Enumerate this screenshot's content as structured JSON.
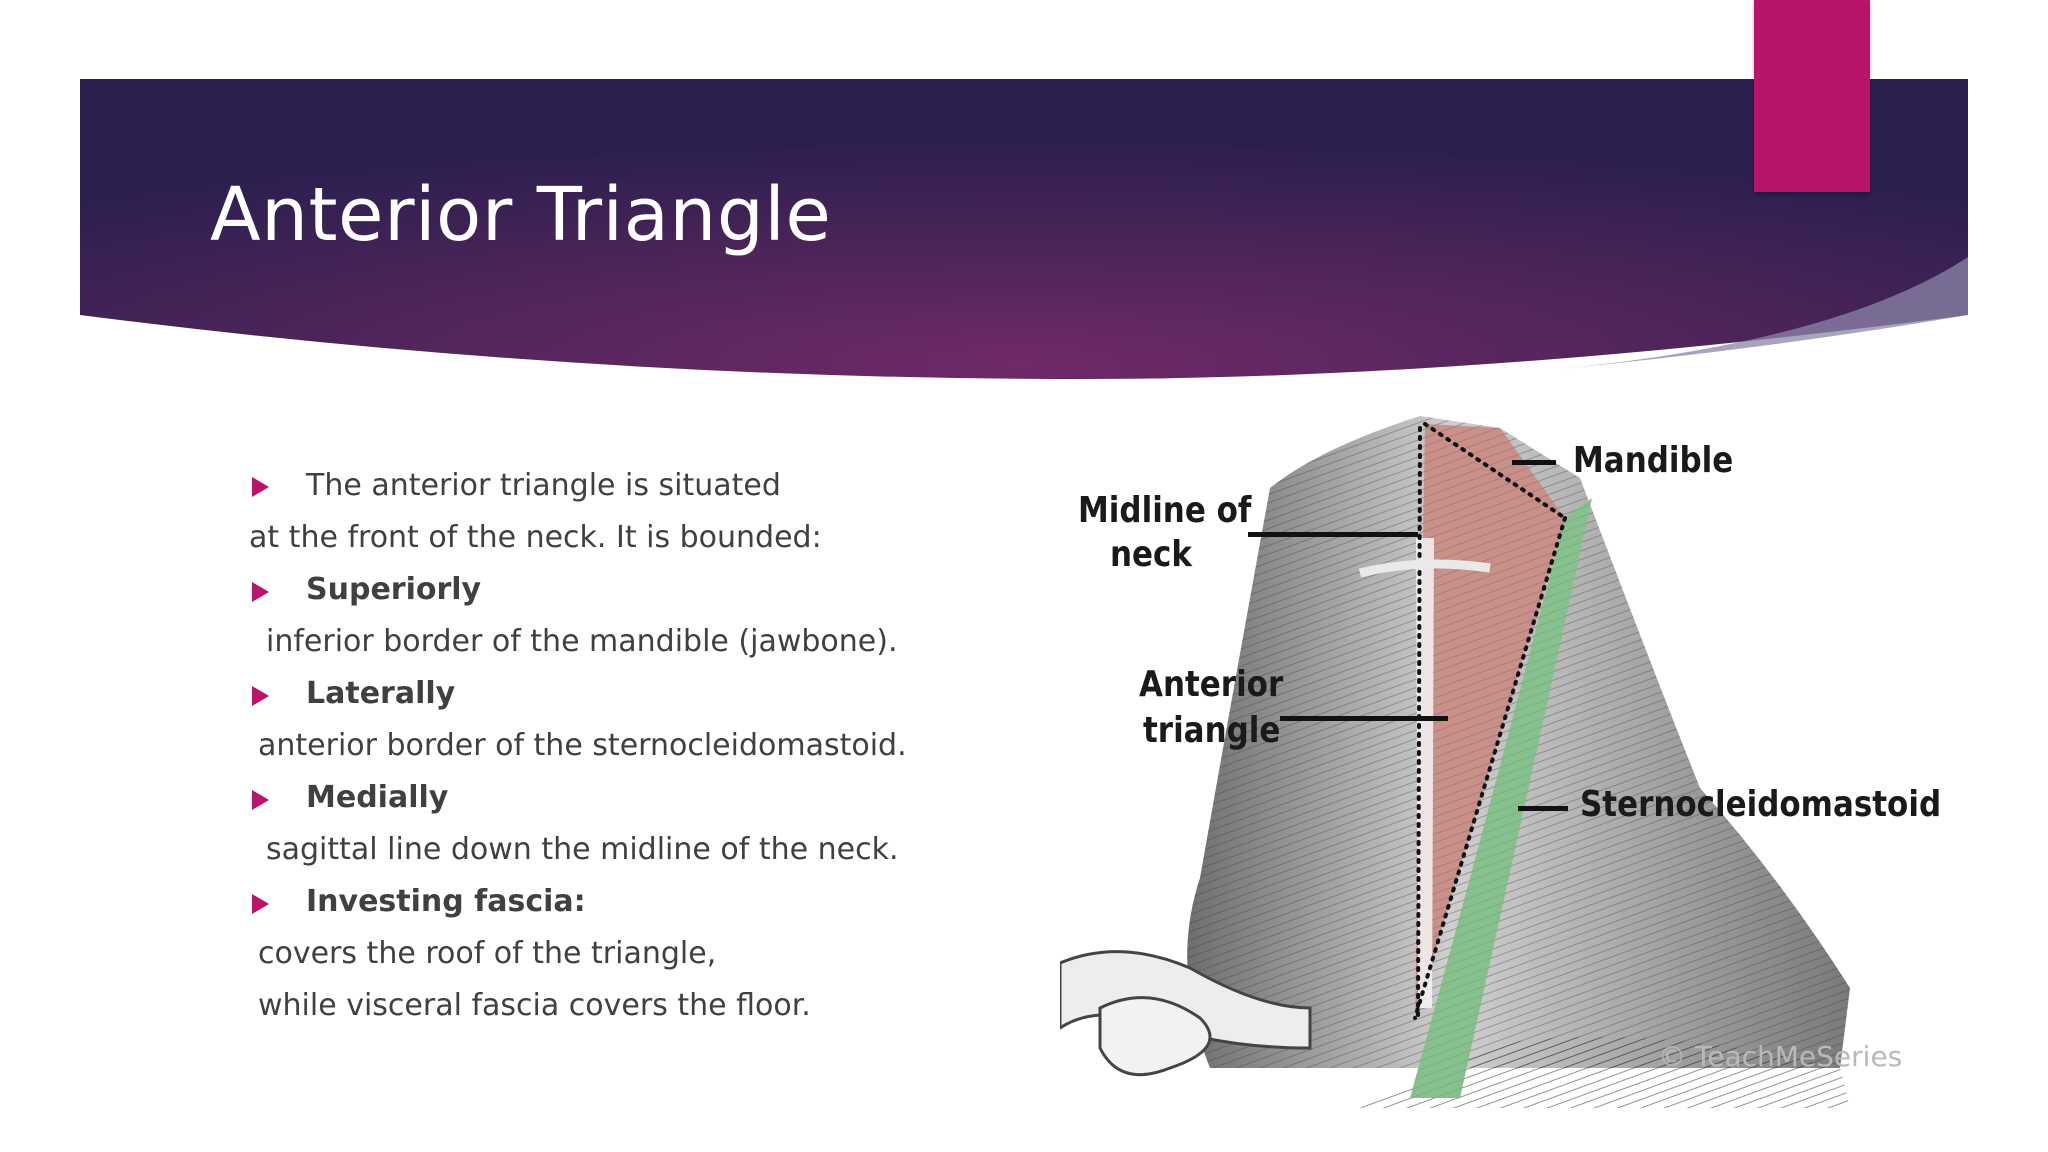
{
  "slide": {
    "title": "Anterior Triangle",
    "accent_color": "#b8156a",
    "banner_colors": [
      "#2b1f4f",
      "#6b2a66",
      "#2e2154"
    ]
  },
  "body": {
    "intro_line_1": "The anterior triangle is situated",
    "intro_line_2": "at the front of the neck. It is bounded:",
    "items": [
      {
        "heading": "Superiorly",
        "text": "inferior border of the mandible (jawbone)."
      },
      {
        "heading": "Laterally",
        "text": "anterior border of the sternocleidomastoid."
      },
      {
        "heading": "Medially",
        "text": "sagittal line down the midline of the neck."
      },
      {
        "heading": "Investing fascia:",
        "text": "covers the roof of the triangle,",
        "text_2": "while visceral fascia covers the floor."
      }
    ]
  },
  "figure": {
    "labels": {
      "mandible": "Mandible",
      "midline_1": "Midline of",
      "midline_2": "neck",
      "anterior_1": "Anterior",
      "anterior_2": "triangle",
      "scm": "Sternocleidomastoid"
    },
    "watermark": "TeachMeSeries"
  }
}
